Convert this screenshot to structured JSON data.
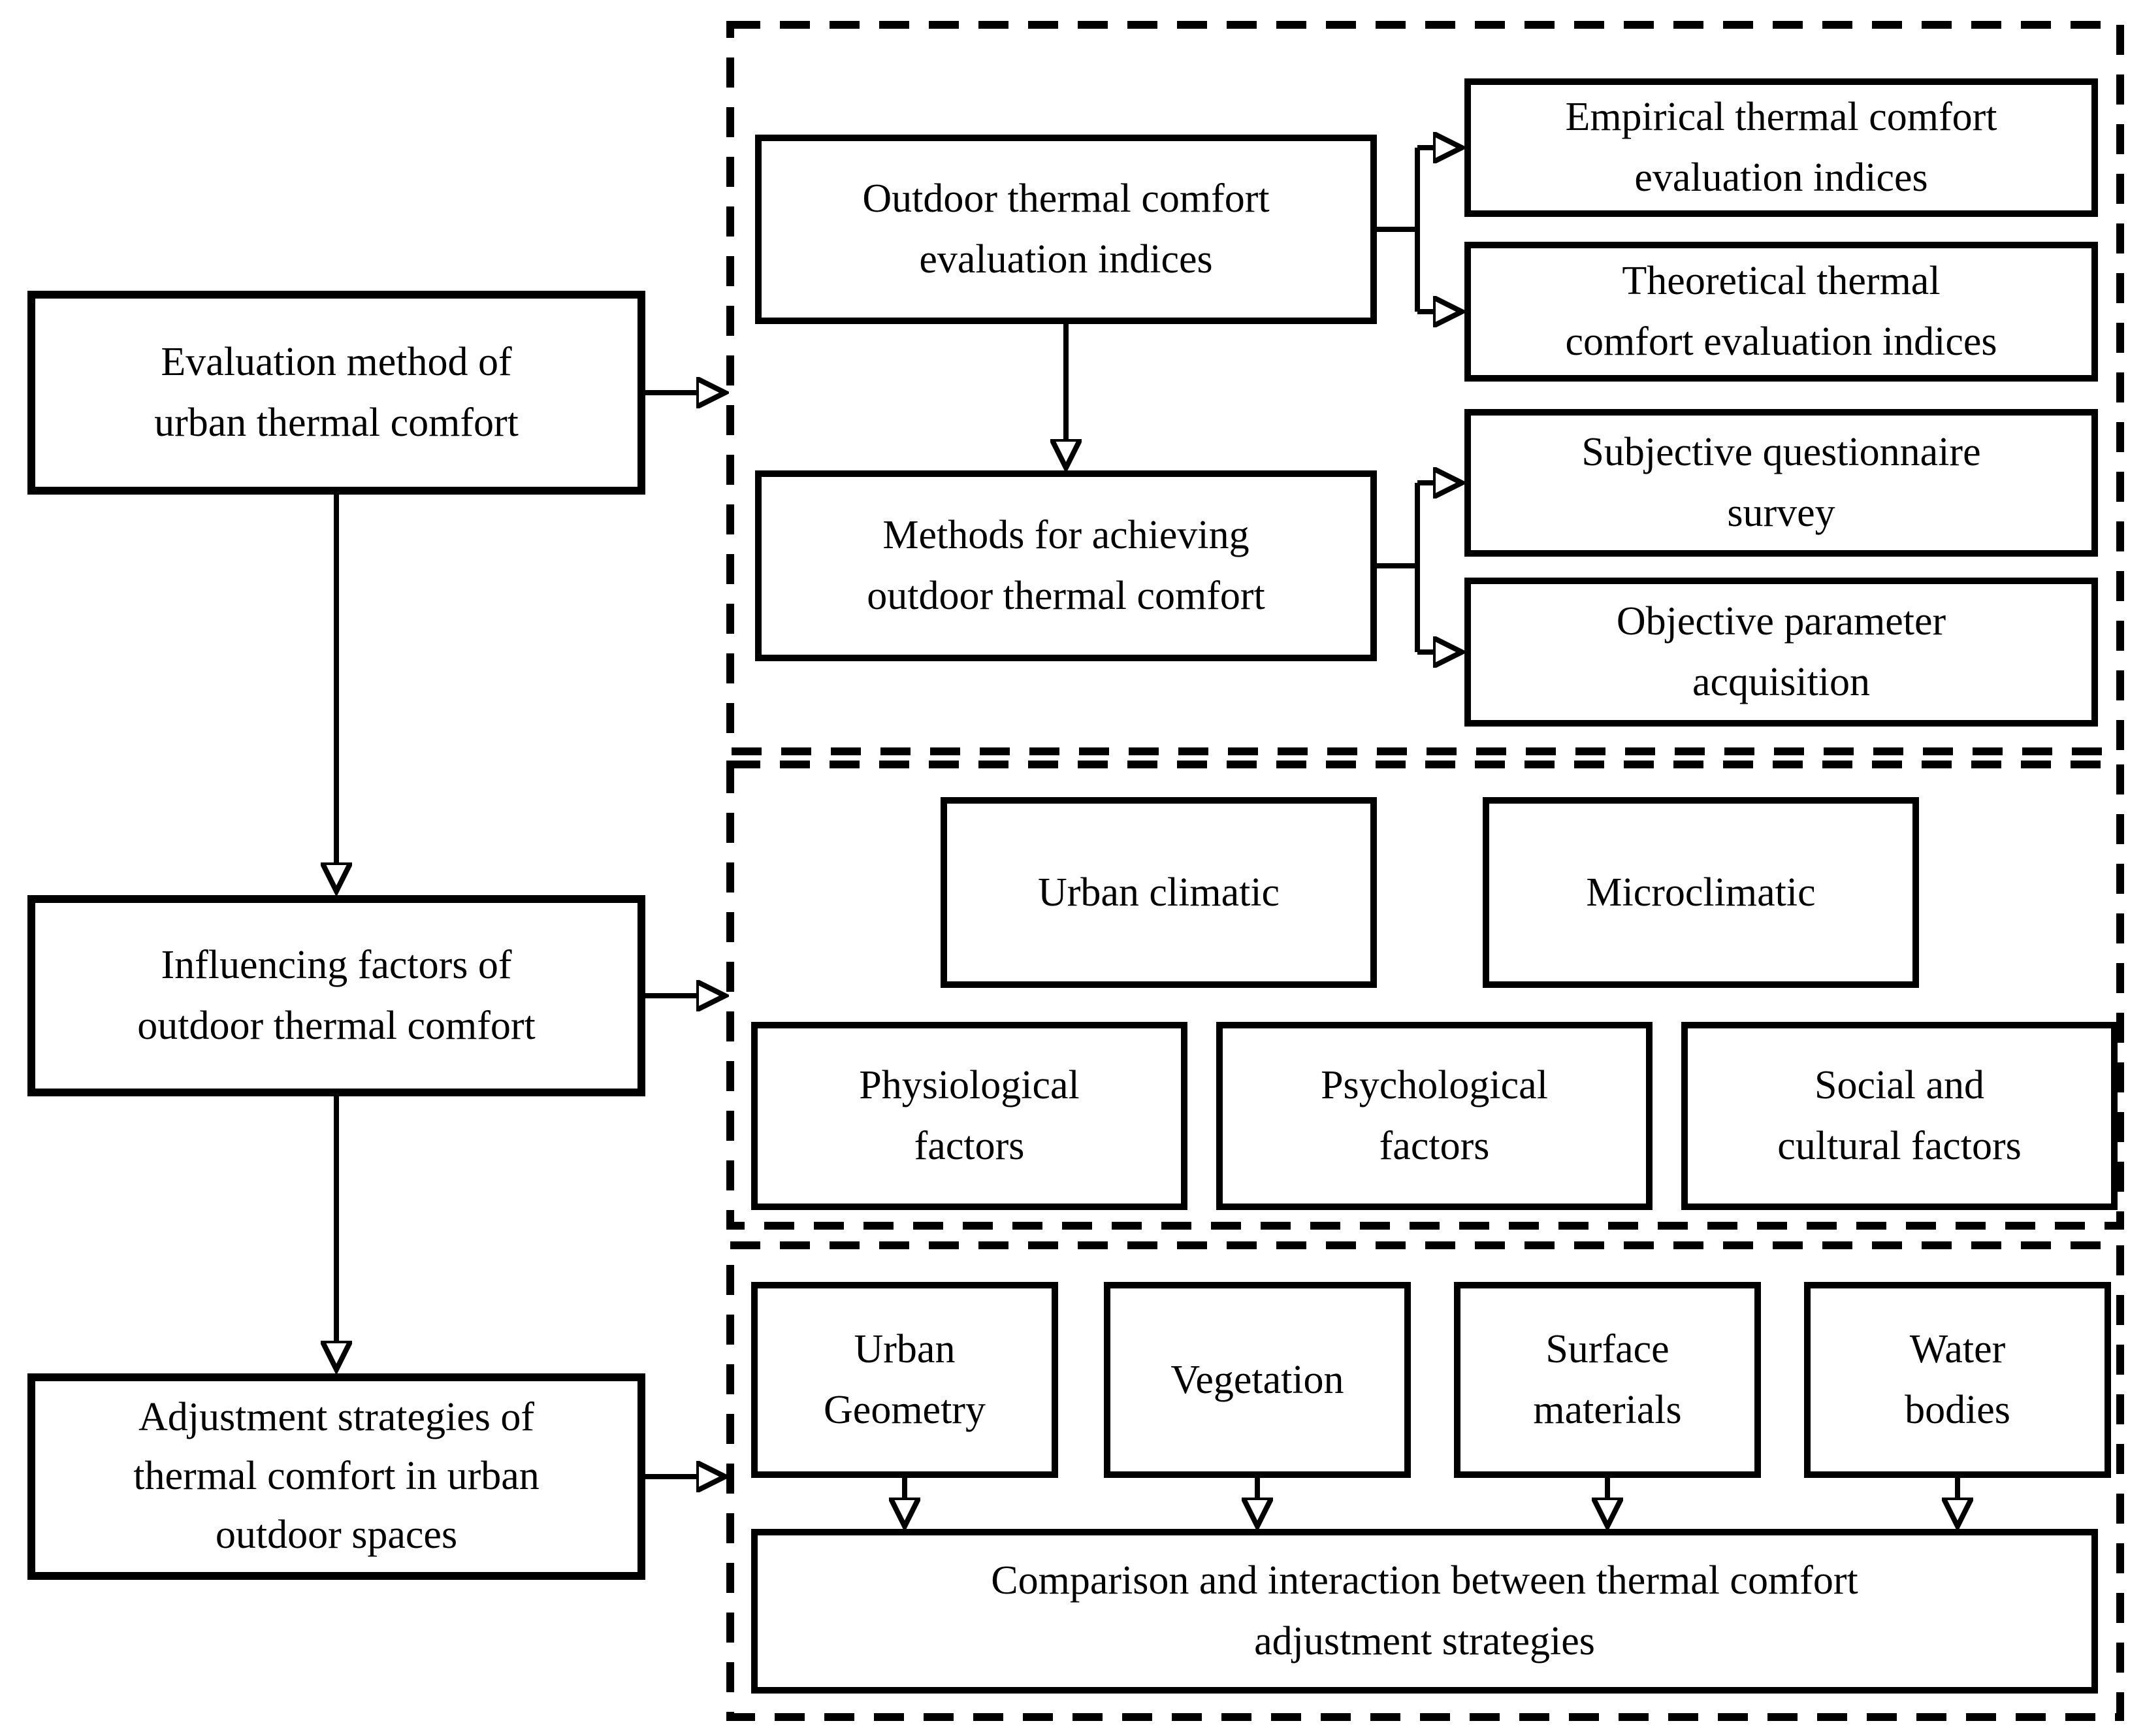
{
  "colors": {
    "stroke": "#000000",
    "background": "#ffffff"
  },
  "left_column": {
    "evaluation_method": "Evaluation method of\nurban thermal comfort",
    "influencing_factors": "Influencing factors of\noutdoor thermal comfort",
    "adjustment_strategies": "Adjustment strategies of\nthermal comfort in urban\noutdoor spaces"
  },
  "evaluation_section": {
    "outdoor_indices": "Outdoor thermal comfort\nevaluation indices",
    "empirical_indices": "Empirical thermal comfort\nevaluation indices",
    "theoretical_indices": "Theoretical thermal\ncomfort evaluation indices",
    "achieving_methods": "Methods for achieving\noutdoor thermal comfort",
    "subjective_survey": "Subjective questionnaire\nsurvey",
    "objective_acquisition": "Objective parameter\nacquisition"
  },
  "factors_section": {
    "urban_climatic": "Urban climatic",
    "microclimatic": "Microclimatic",
    "physiological_factors": "Physiological\nfactors",
    "psychological_factors": "Psychological\nfactors",
    "social_cultural_factors": "Social and\ncultural factors"
  },
  "strategies_section": {
    "urban_geometry": "Urban\nGeometry",
    "vegetation": "Vegetation",
    "surface_materials": "Surface\nmaterials",
    "water_bodies": "Water\nbodies",
    "comparison": "Comparison and interaction between thermal comfort\nadjustment strategies"
  }
}
